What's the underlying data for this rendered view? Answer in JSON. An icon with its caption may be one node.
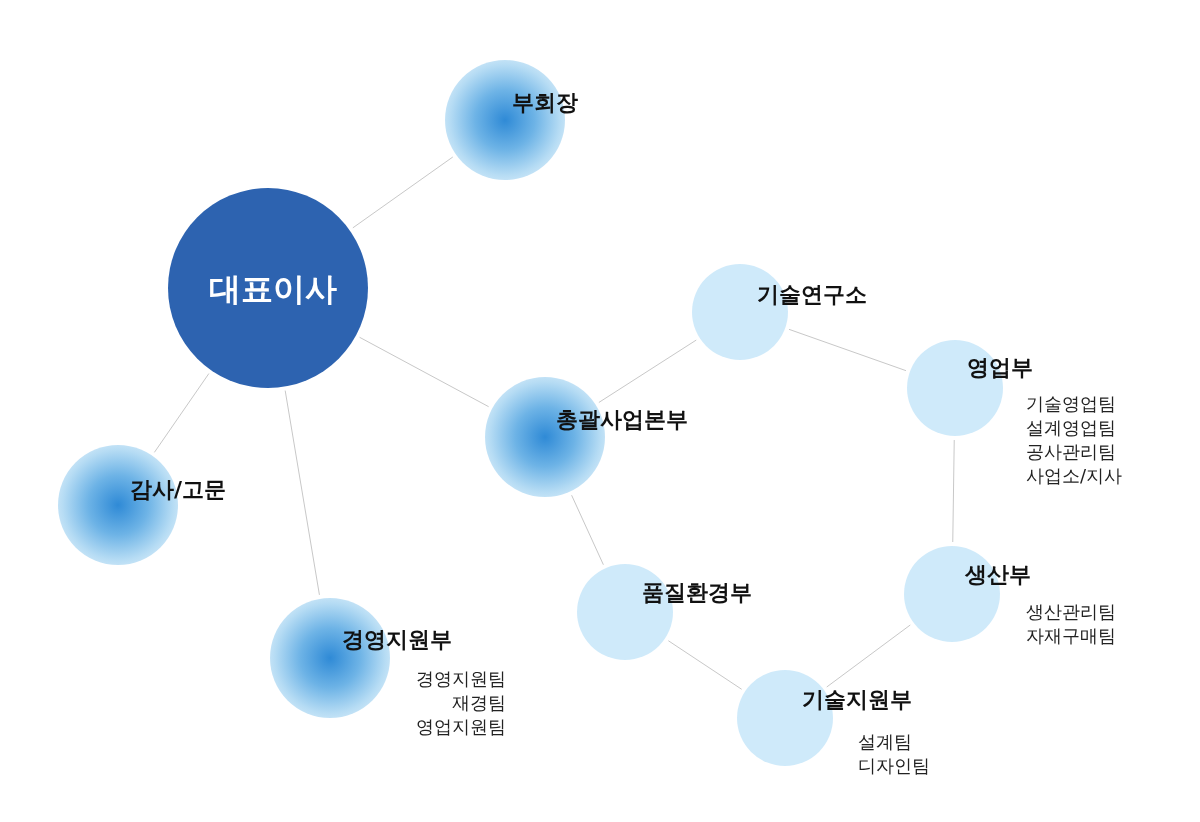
{
  "diagram": {
    "nodes": [
      {
        "text": [
          "대표이사"
        ]
      },
      {
        "text": [
          "부회장"
        ]
      },
      {
        "text": [
          "감사/고문"
        ]
      },
      {
        "text": [
          "경영지원부"
        ],
        "beside": [
          "경영지원팀",
          "재경팀",
          "영업지원팀"
        ]
      },
      {
        "text": [
          "총괄사업본부"
        ]
      },
      {
        "text": [
          "기술연구소"
        ]
      },
      {
        "text": [
          "영업부"
        ],
        "beside": [
          "기술영업팀",
          "설계영업팀",
          "공사관리팀",
          "사업소/지사"
        ]
      },
      {
        "text": [
          "생산부"
        ],
        "beside": [
          "생산관리팀",
          "자재구매팀"
        ]
      },
      {
        "text": [
          "품질환경부"
        ]
      },
      {
        "text": [
          "기술지원부"
        ],
        "beside": [
          "설계팀",
          "디자인팀"
        ]
      }
    ],
    "edges": [
      {
        "from": 0,
        "to": 1,
        "arrow": "none"
      },
      {
        "from": 0,
        "to": 2,
        "arrow": "none"
      },
      {
        "from": 0,
        "to": 3,
        "arrow": "none"
      },
      {
        "from": 0,
        "to": 4,
        "arrow": "none"
      },
      {
        "from": 4,
        "to": 5,
        "arrow": "none"
      },
      {
        "from": 5,
        "to": 6,
        "arrow": "none"
      },
      {
        "from": 6,
        "to": 7,
        "arrow": "none"
      },
      {
        "from": 4,
        "to": 8,
        "arrow": "none"
      },
      {
        "from": 8,
        "to": 9,
        "arrow": "none"
      },
      {
        "from": 9,
        "to": 7,
        "arrow": "none"
      }
    ]
  }
}
